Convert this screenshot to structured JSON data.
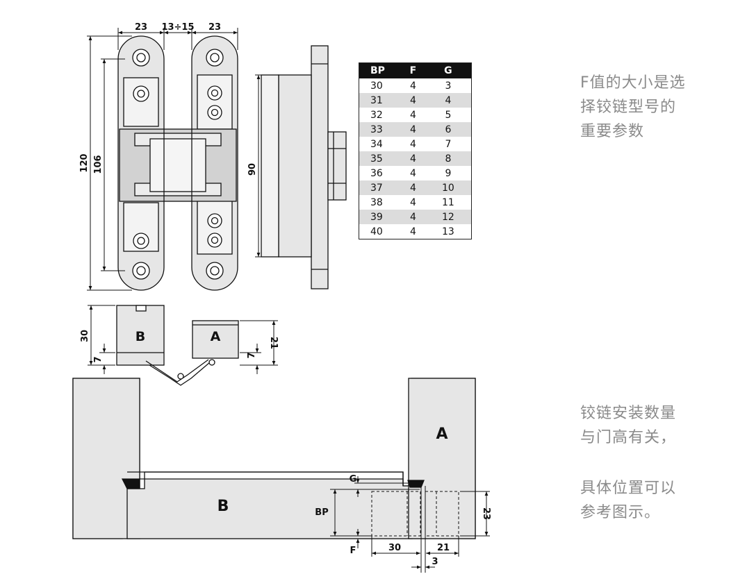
{
  "table": {
    "headers": [
      "BP",
      "F",
      "G"
    ],
    "rows": [
      [
        "30",
        "4",
        "3"
      ],
      [
        "31",
        "4",
        "4"
      ],
      [
        "32",
        "4",
        "5"
      ],
      [
        "33",
        "4",
        "6"
      ],
      [
        "34",
        "4",
        "7"
      ],
      [
        "35",
        "4",
        "8"
      ],
      [
        "36",
        "4",
        "9"
      ],
      [
        "37",
        "4",
        "10"
      ],
      [
        "38",
        "4",
        "11"
      ],
      [
        "39",
        "4",
        "12"
      ],
      [
        "40",
        "4",
        "13"
      ]
    ]
  },
  "notes": {
    "note1": [
      "F值的大小是选",
      "择铰链型号的",
      "重要参数"
    ],
    "note2": [
      "铰链安装数量",
      "与门高有关，"
    ],
    "note3": [
      "具体位置可以",
      "参考图示。"
    ]
  },
  "dims": {
    "w_left": "23",
    "gap": "13÷15",
    "w_right": "23",
    "h_total": "120",
    "h_inner": "106",
    "h_side": "90",
    "d_30": "30",
    "d_7a": "7",
    "d_21": "21",
    "d_7b": "7",
    "label_a": "A",
    "label_b": "B",
    "g": "G",
    "bp": "BP",
    "f": "F",
    "d_30b": "30",
    "d_21b": "21",
    "d_3": "3",
    "d_23": "23"
  },
  "colors": {
    "line": "#111111",
    "part_fill": "#e6e6e6",
    "part_fill_dark": "#d2d2d2",
    "note_text": "#8a8a8a",
    "table_header": "#111111",
    "table_alt": "#dcdcdc"
  }
}
